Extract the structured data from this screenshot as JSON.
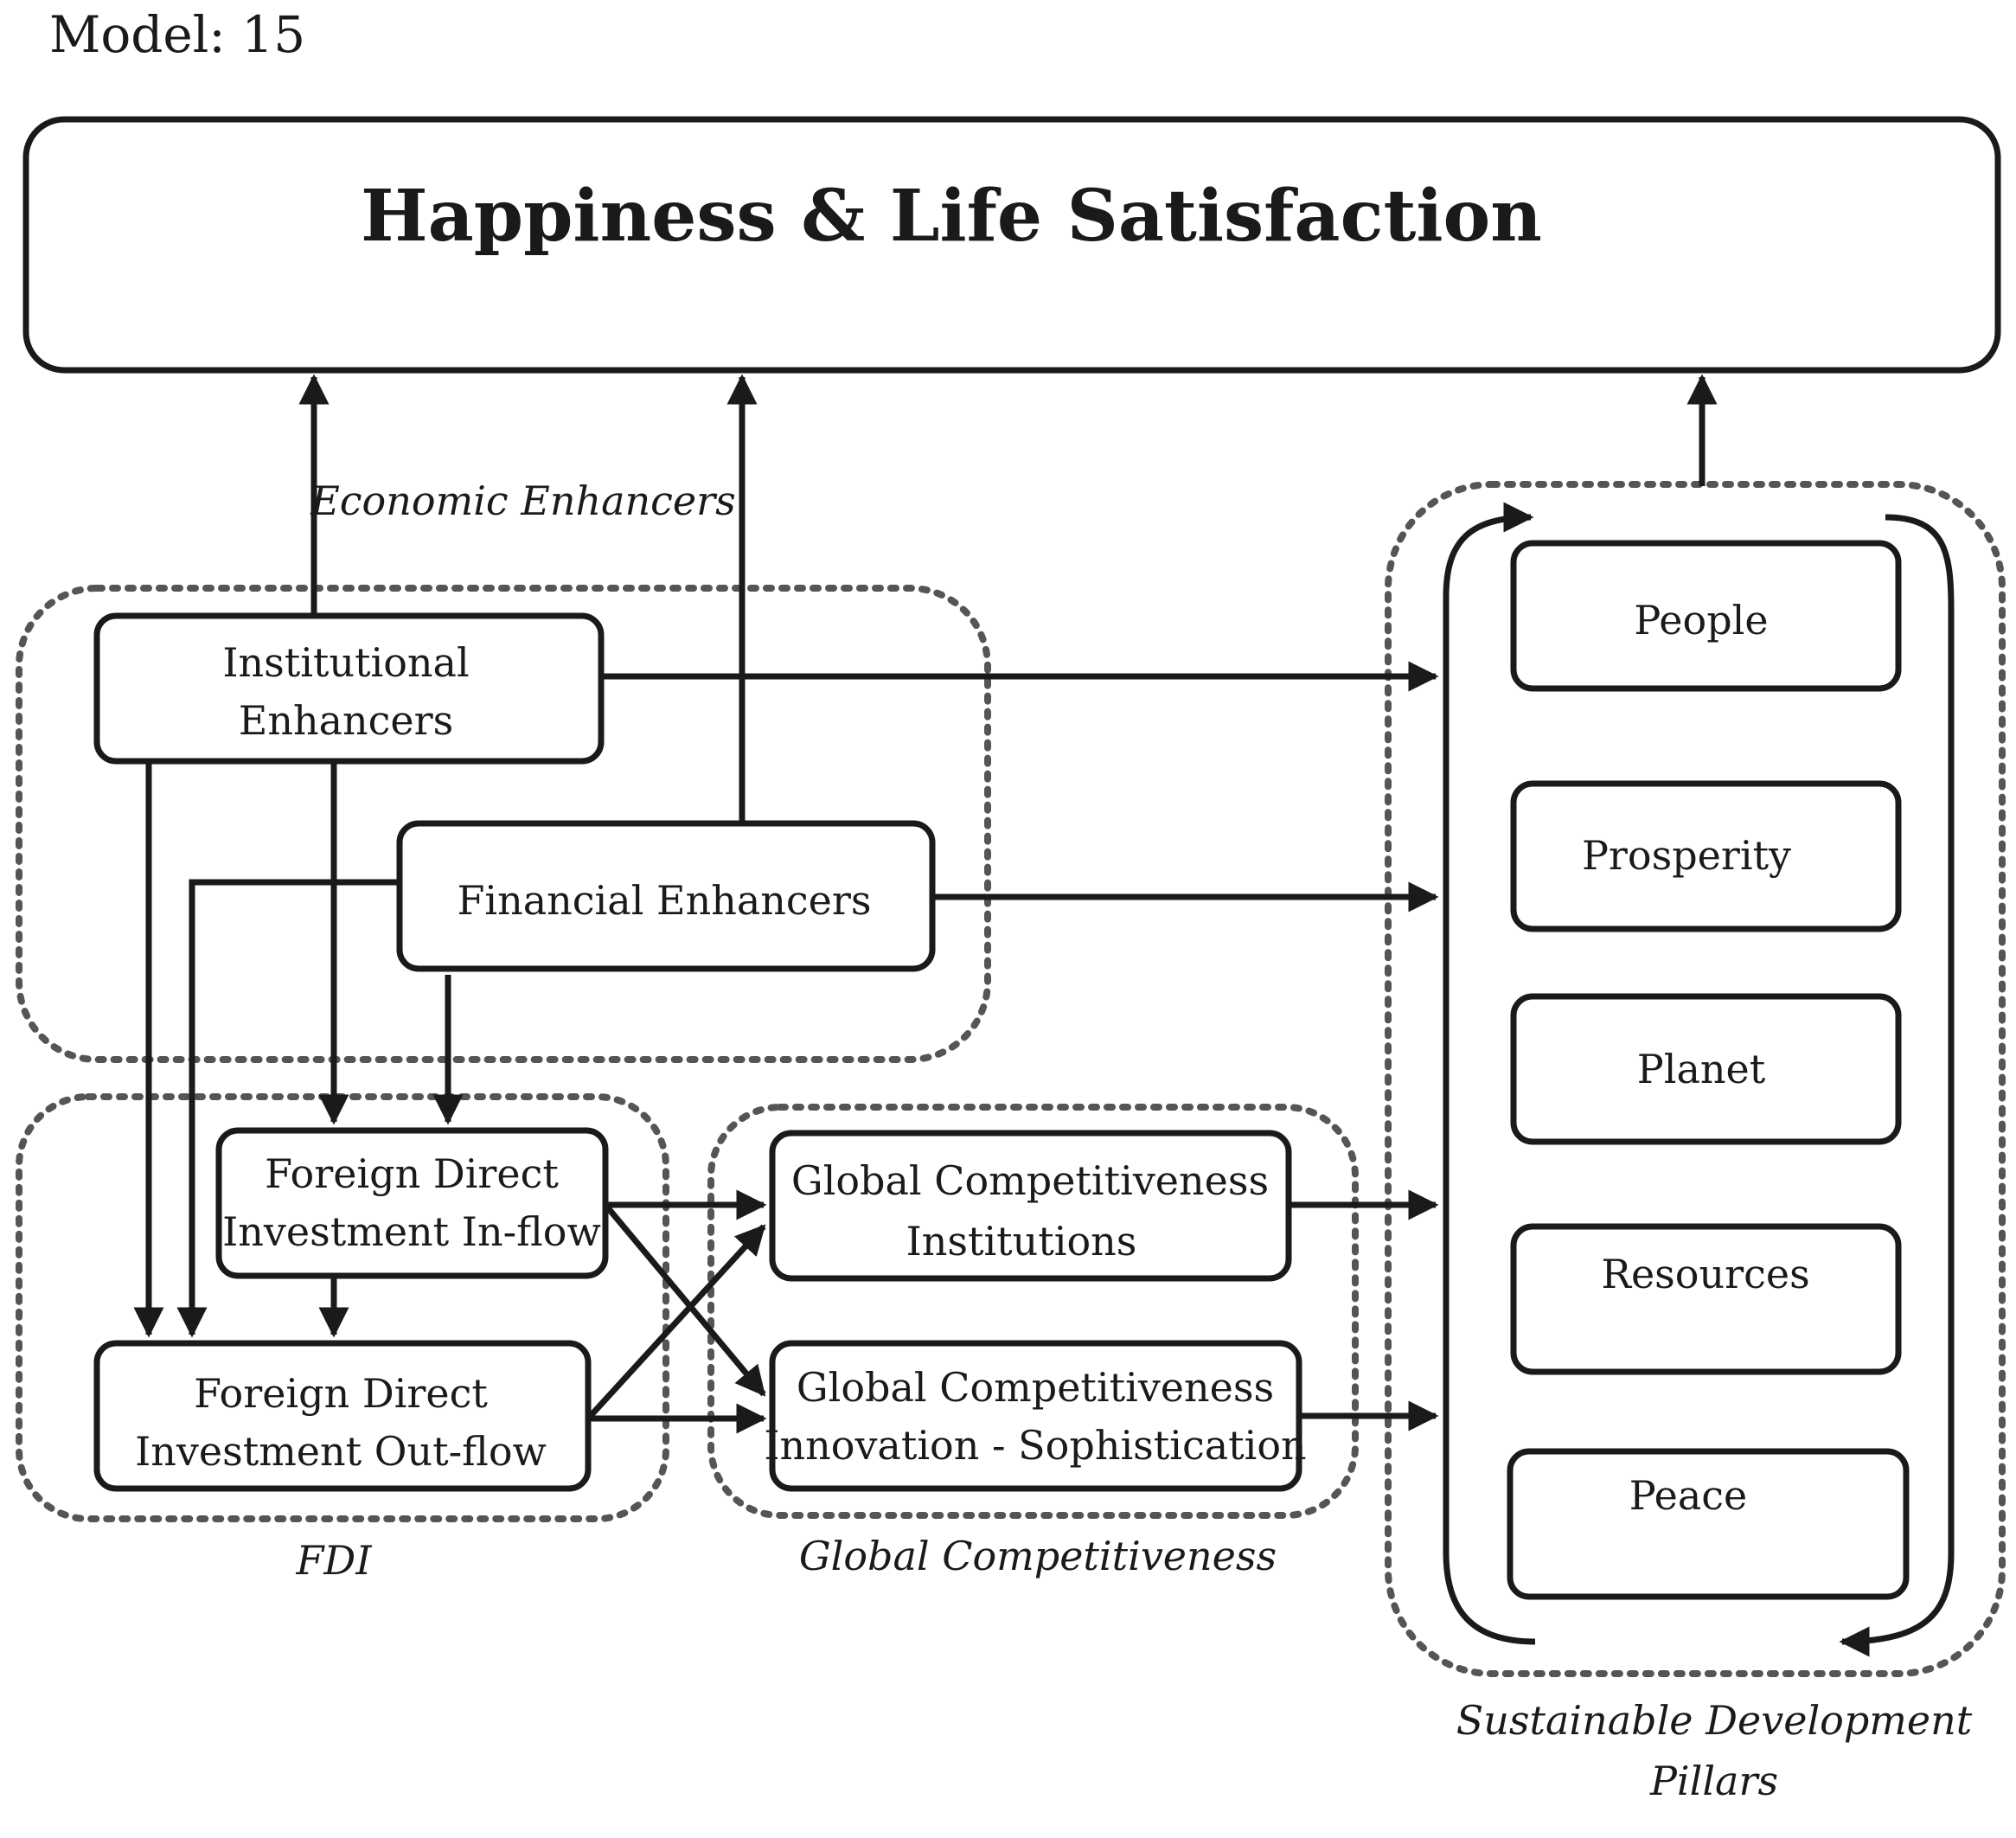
{
  "model_label": "Model: 15",
  "title": "Happiness & Life Satisfaction",
  "groups": {
    "economic": "Economic Enhancers",
    "fdi": "FDI",
    "competitiveness": "Global Competitiveness",
    "sdp_line1": "Sustainable Development",
    "sdp_line2": "Pillars"
  },
  "nodes": {
    "institutional": [
      "Institutional",
      "Enhancers"
    ],
    "financial": [
      "Financial Enhancers"
    ],
    "fdi_in": [
      "Foreign Direct",
      "Investment  In-flow"
    ],
    "fdi_out": [
      "Foreign Direct",
      "Investment Out-flow"
    ],
    "gci_inst": [
      "Global Competitiveness",
      "Institutions"
    ],
    "gci_innov": [
      "Global Competitiveness",
      "Innovation - Sophistication"
    ],
    "people": [
      "People"
    ],
    "prosperity": [
      "Prosperity"
    ],
    "planet": [
      "Planet"
    ],
    "resources": [
      "Resources"
    ],
    "peace": [
      "Peace"
    ]
  },
  "edges": [
    [
      "institutional",
      "happiness"
    ],
    [
      "financial",
      "happiness"
    ],
    [
      "sdp",
      "happiness"
    ],
    [
      "institutional",
      "sdp"
    ],
    [
      "financial",
      "sdp"
    ],
    [
      "institutional",
      "fdi_in"
    ],
    [
      "institutional",
      "fdi_out"
    ],
    [
      "financial",
      "fdi_in"
    ],
    [
      "financial",
      "fdi_out"
    ],
    [
      "fdi_in",
      "fdi_out"
    ],
    [
      "fdi_in",
      "gci_inst"
    ],
    [
      "fdi_in",
      "gci_innov"
    ],
    [
      "fdi_out",
      "gci_inst"
    ],
    [
      "fdi_out",
      "gci_innov"
    ],
    [
      "gci_inst",
      "sdp"
    ],
    [
      "gci_innov",
      "sdp"
    ]
  ]
}
